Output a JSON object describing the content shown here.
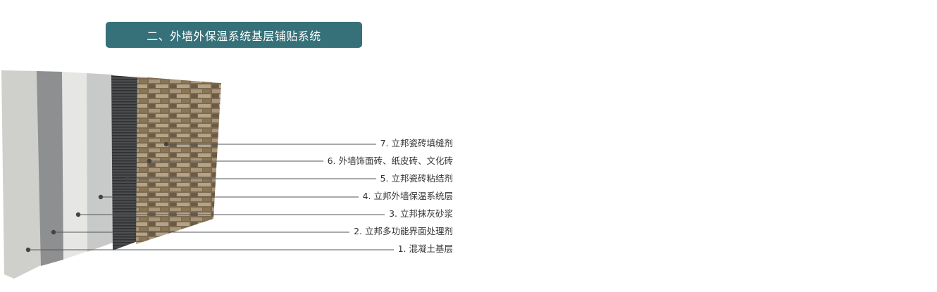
{
  "title": "二、外墙外保温系统基层铺贴系统",
  "layers": [
    {
      "label": "7. 立邦瓷砖填缝剂"
    },
    {
      "label": "6. 外墙饰面砖、纸皮砖、文化砖"
    },
    {
      "label": "5. 立邦瓷砖粘结剂"
    },
    {
      "label": "4. 立邦外墙保温系统层"
    },
    {
      "label": "3. 立邦抹灰砂浆"
    },
    {
      "label": "2. 立邦多功能界面处理剂"
    },
    {
      "label": "1. 混凝土基层"
    }
  ],
  "colors": {
    "title_bg": "#367078",
    "line": "#555555"
  }
}
